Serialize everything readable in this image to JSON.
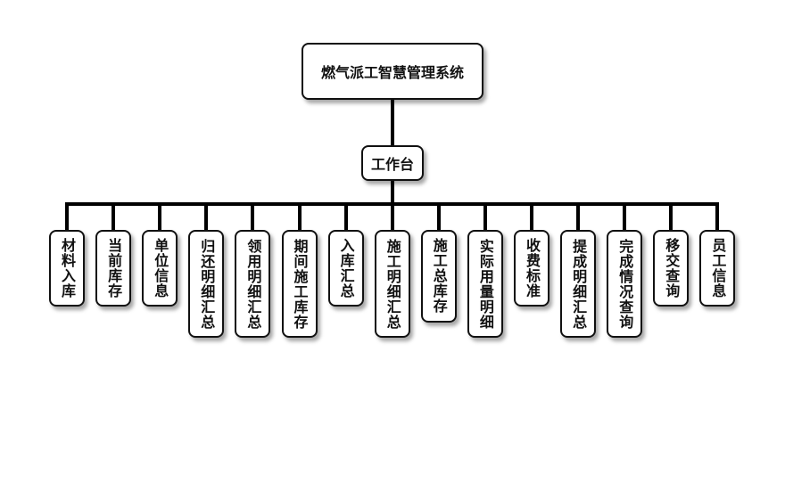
{
  "root": {
    "label": "燃气派工智慧管理系统"
  },
  "hub": {
    "label": "工作台"
  },
  "modules": [
    {
      "label": "材料入库"
    },
    {
      "label": "当前库存"
    },
    {
      "label": "单位信息"
    },
    {
      "label": "归还明细汇总"
    },
    {
      "label": "领用明细汇总"
    },
    {
      "label": "期间施工库存"
    },
    {
      "label": "入库汇总"
    },
    {
      "label": "施工明细汇总"
    },
    {
      "label": "施工总库存"
    },
    {
      "label": "实际用量明细"
    },
    {
      "label": "收费标准"
    },
    {
      "label": "提成明细汇总"
    },
    {
      "label": "完成情况查询"
    },
    {
      "label": "移交查询"
    },
    {
      "label": "员工信息"
    }
  ]
}
